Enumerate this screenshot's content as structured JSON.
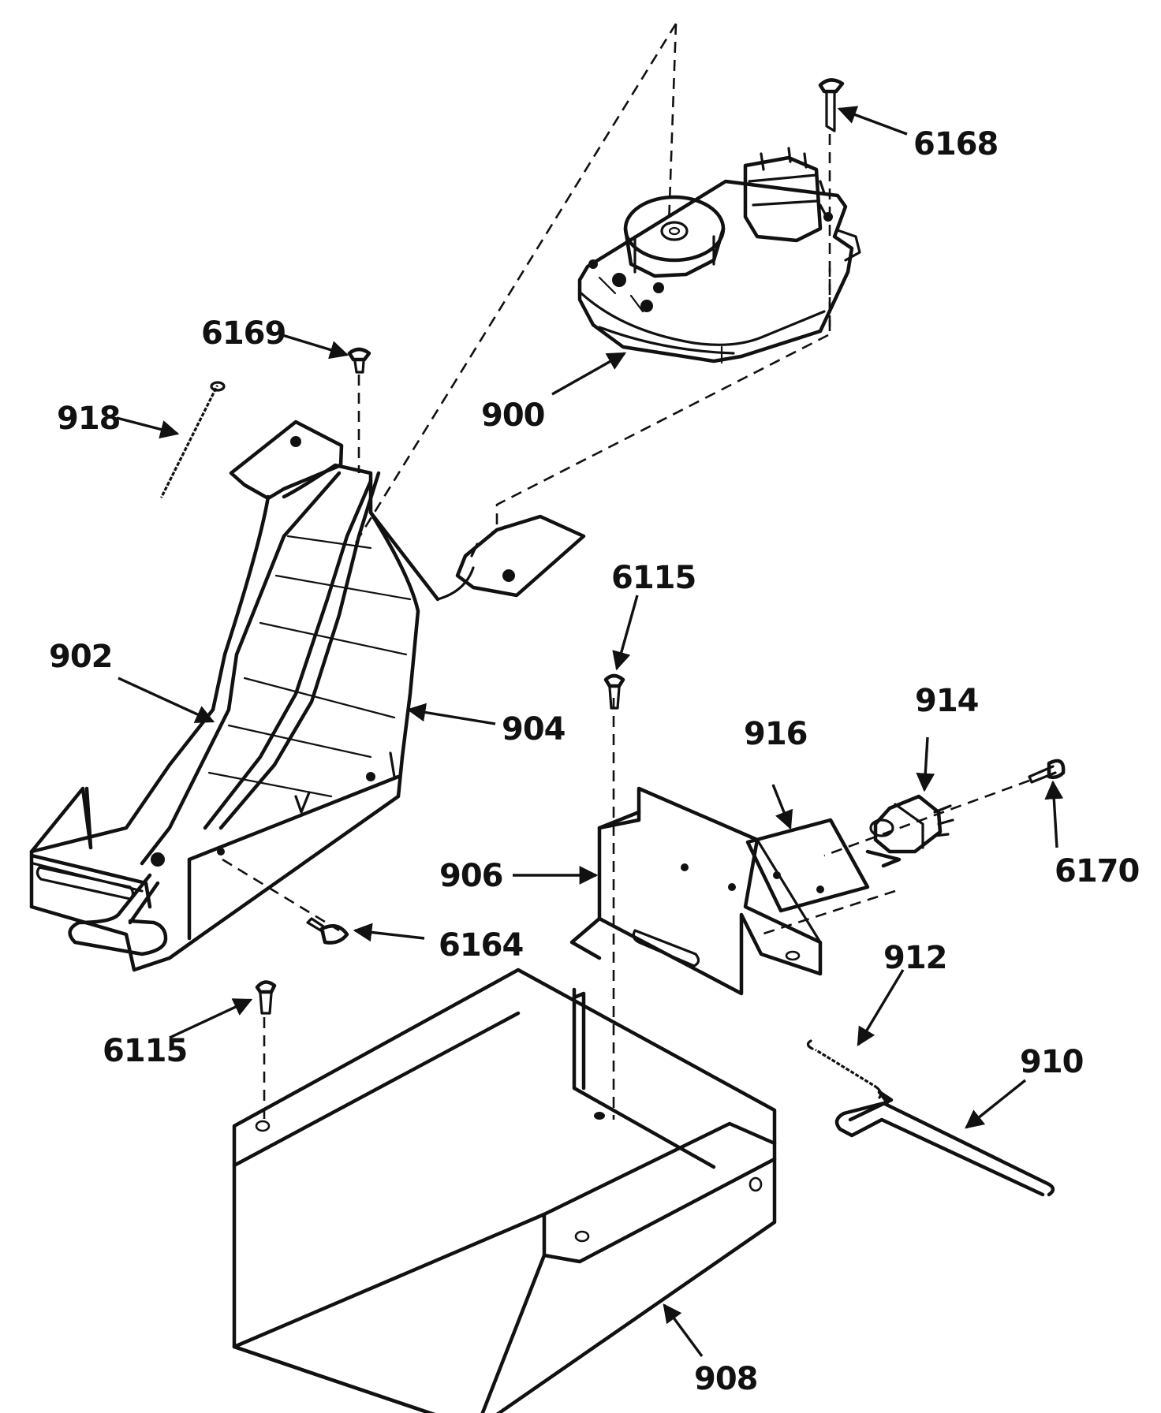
{
  "labels": {
    "p6168": "6168",
    "p6169": "6169",
    "p918": "918",
    "p900": "900",
    "p6115_top": "6115",
    "p902": "902",
    "p904": "904",
    "p916": "916",
    "p914": "914",
    "p6170": "6170",
    "p906": "906",
    "p6164": "6164",
    "p912": "912",
    "p6115_bottom": "6115",
    "p910": "910",
    "p908": "908"
  }
}
